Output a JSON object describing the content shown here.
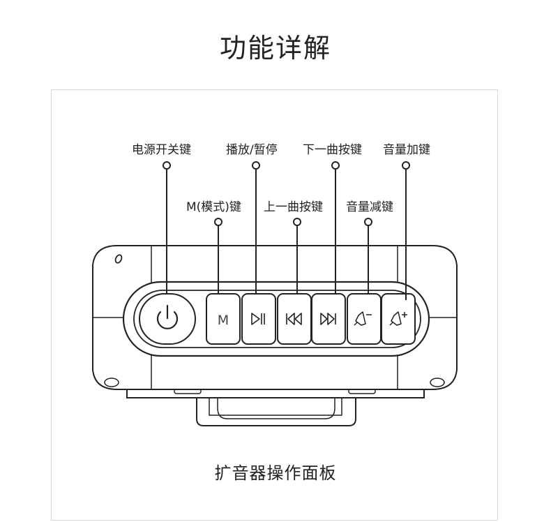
{
  "title": "功能详解",
  "caption": "扩音器操作面板",
  "labels": {
    "power": "电源开关键",
    "play_pause": "播放/暂停",
    "next_track": "下一曲按键",
    "volume_up": "音量加键",
    "mode": "M(模式)键",
    "prev_track": "上一曲按键",
    "volume_down": "音量减键"
  },
  "buttons": {
    "mode_letter": "M"
  }
}
